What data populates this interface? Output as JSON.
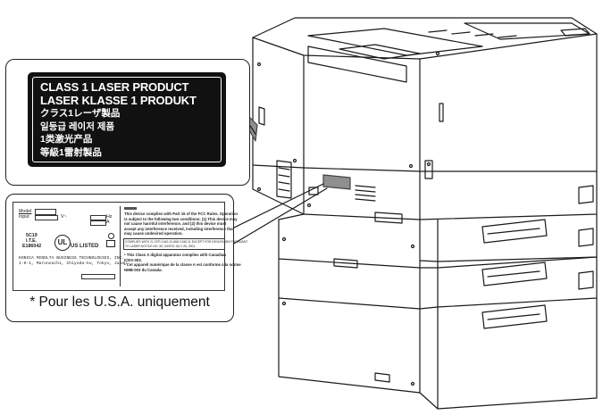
{
  "laser_label": {
    "lines": [
      "CLASS 1 LASER PRODUCT",
      "LASER KLASSE 1 PRODUKT",
      "クラス1レーザ製品",
      "일등급 레이저 제품",
      "1类激光产品",
      "等級1雷射製品"
    ]
  },
  "rating_plate": {
    "model_label": "Model",
    "input_label": "Input",
    "voltage_unit": "V~",
    "hz_unit": "Hz",
    "amp_unit": "A",
    "code_top": "5C19",
    "code_mid": "I.T.E.",
    "code_bottom": "E186042",
    "ul_listed": "US LISTED",
    "manufacturer_line1": "KONICA MINOLTA BUSINESS TECHNOLOGIES, INC.",
    "manufacturer_line2": "1-6-1, Marunouchi, Chiyoda-ku, Tokyo, Japan",
    "fcc_text": [
      "This device complies with Part 15 of the FCC Rules. Operation",
      "is subject to the following two conditions: (1) This device may",
      "not cause harmful interference, and (2) this device must",
      "accept any interference received, including interference that",
      "may cause undesired operation."
    ],
    "fcc_box_text": [
      "COMPLIES WITH 21 CFR 1040.10 AND 1040.11 EXCEPT FOR DEVIATIONS PURSUANT",
      "TO LASER NOTICE NO. 50, DATED JULY 26, 2001."
    ],
    "canada_text": [
      "• This Class A digital apparatus complies with Canadian",
      "ICES-003.",
      "• Cet appareil numérique de la classe A est conforme à la norme",
      "NMB-003 du Canada."
    ]
  },
  "footnote": "* Pour les U.S.A. uniquement"
}
